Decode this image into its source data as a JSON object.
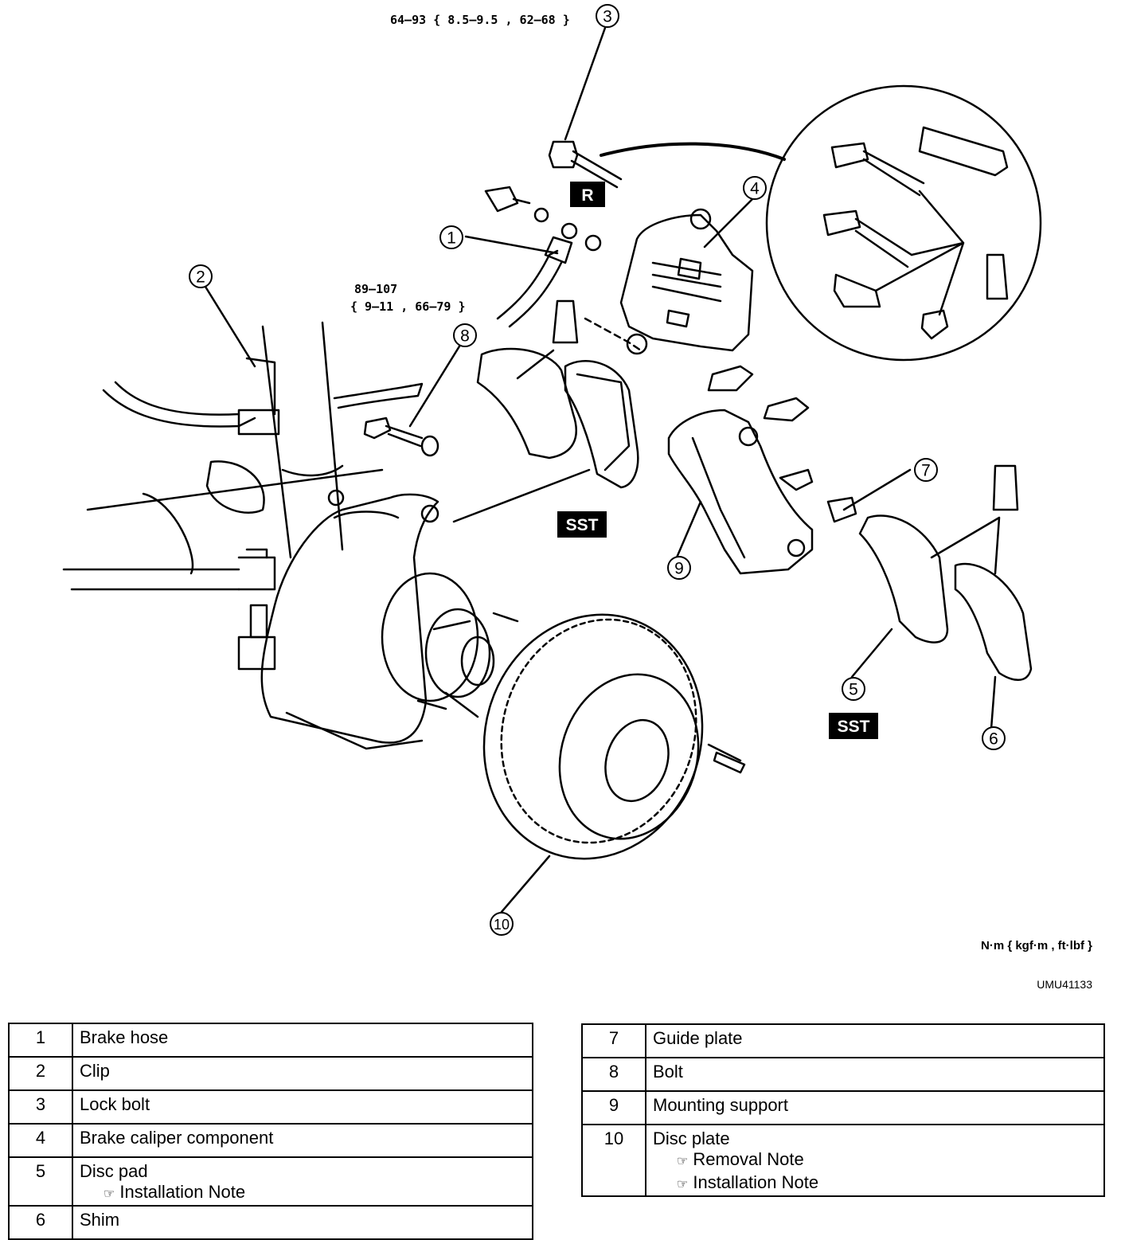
{
  "diagram": {
    "callouts": [
      "1",
      "2",
      "3",
      "4",
      "5",
      "6",
      "7",
      "8",
      "9",
      "10"
    ],
    "torque_3": "64—93 { 8.5—9.5 , 62—68 }",
    "torque_8_line1": "89—107",
    "torque_8_line2": "{ 9—11 , 66—79 }",
    "tag_r": "R",
    "tag_sst_1": "SST",
    "tag_sst_2": "SST",
    "units": "N·m { kgf·m , ft·lbf }",
    "code": "UMU41133"
  },
  "parts_left": [
    {
      "num": "1",
      "name": "Brake hose",
      "note": ""
    },
    {
      "num": "2",
      "name": "Clip",
      "note": ""
    },
    {
      "num": "3",
      "name": "Lock bolt",
      "note": ""
    },
    {
      "num": "4",
      "name": "Brake caliper component",
      "note": ""
    },
    {
      "num": "5",
      "name": "Disc pad",
      "note": "Installation Note"
    },
    {
      "num": "6",
      "name": "Shim",
      "note": ""
    }
  ],
  "parts_right": [
    {
      "num": "7",
      "name": "Guide plate",
      "note": ""
    },
    {
      "num": "8",
      "name": "Bolt",
      "note": ""
    },
    {
      "num": "9",
      "name": "Mounting support",
      "note": ""
    },
    {
      "num": "10",
      "name": "Disc plate",
      "note": "Removal Note",
      "note2": "Installation Note"
    }
  ],
  "icons": {
    "note_icon": "note-pointer-icon"
  }
}
